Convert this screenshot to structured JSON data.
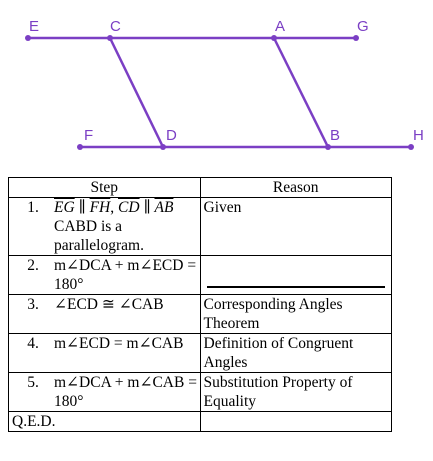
{
  "figure": {
    "line_color": "#7b3fc4",
    "label_color": "#7b3fc4",
    "labels": {
      "E": "E",
      "C": "C",
      "A": "A",
      "G": "G",
      "F": "F",
      "D": "D",
      "B": "B",
      "H": "H"
    }
  },
  "proof": {
    "headers": {
      "step": "Step",
      "reason": "Reason"
    },
    "rows": [
      {
        "num": "1.",
        "step_seg1": "EG",
        "step_par1": " ∥ ",
        "step_seg2": "FH",
        "step_comma": ", ",
        "step_seg3": "CD",
        "step_par2": " ∥ ",
        "step_seg4": "AB",
        "step_rest": "CABD is a parallelogram.",
        "reason": "Given"
      },
      {
        "num": "2.",
        "step": "m∠DCA + m∠ECD = 180°",
        "reason": ""
      },
      {
        "num": "3.",
        "step": "∠ECD ≅ ∠CAB",
        "reason": "Corresponding Angles Theorem"
      },
      {
        "num": "4.",
        "step": "m∠ECD = m∠CAB",
        "reason": "Definition of Congruent Angles"
      },
      {
        "num": "5.",
        "step": "m∠DCA + m∠CAB = 180°",
        "reason": "Substitution Property of Equality"
      }
    ],
    "qed": "Q.E.D."
  }
}
